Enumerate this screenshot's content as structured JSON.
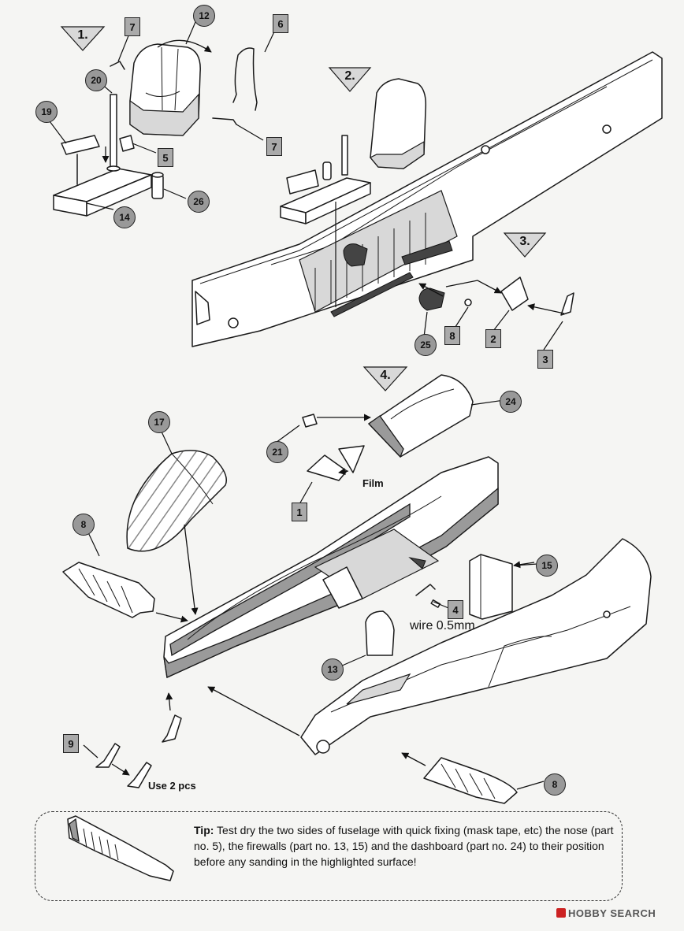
{
  "steps": [
    "1.",
    "2.",
    "3.",
    "4."
  ],
  "circle_labels": {
    "p12": "12",
    "p20": "20",
    "p19": "19",
    "p14": "14",
    "p26": "26",
    "p25": "25",
    "p17": "17",
    "p8a": "8",
    "p21": "21",
    "p24": "24",
    "p15": "15",
    "p13": "13"
  },
  "square_labels": {
    "p7a": "7",
    "p6": "6",
    "p7b": "7",
    "p5": "5",
    "p8": "8",
    "p2": "2",
    "p3": "3",
    "p1": "1",
    "p4": "4",
    "p9": "9",
    "p8b": "8"
  },
  "notes": {
    "film": "Film",
    "wire": "wire 0.5mm",
    "use2": "Use 2 pcs"
  },
  "tip": {
    "label": "Tip:",
    "text": "Test dry the two sides of fuselage with quick fixing (mask tape, etc) the nose (part no. 5), the firewalls (part no. 13, 15) and the dashboard (part no. 24) to their position before any sanding in the highlighted surface!"
  },
  "watermark": "HOBBY SEARCH",
  "colors": {
    "label_fill": "#999999",
    "highlight": "#9a9a9a",
    "line": "#1a1a1a"
  }
}
